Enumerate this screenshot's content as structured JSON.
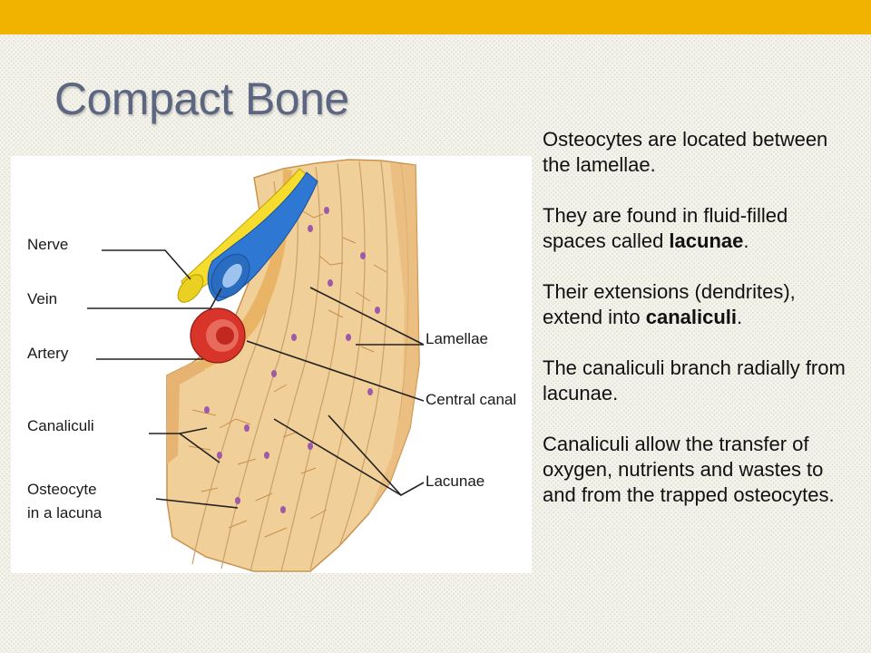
{
  "slide": {
    "title": "Compact Bone",
    "colors": {
      "accent_bar": "#f2b300",
      "title": "#5c6680",
      "text": "#111111"
    }
  },
  "figure": {
    "labels": {
      "nerve": "Nerve",
      "vein": "Vein",
      "artery": "Artery",
      "canaliculi": "Canaliculi",
      "osteocyte_line1": "Osteocyte",
      "osteocyte_line2": "in a lacuna",
      "lamellae": "Lamellae",
      "central_canal": "Central canal",
      "lacunae": "Lacunae"
    },
    "colors": {
      "bone": "#f1cf98",
      "bone_dark": "#d9a35c",
      "canal": "#e9b465",
      "nerve": "#f6dc2c",
      "vein": "#2e78d4",
      "artery": "#d8342a",
      "osteocyte": "#9c5aa8"
    }
  },
  "text": {
    "p1": "Osteocytes are located between the lamellae.",
    "p2_before": "They are found in fluid-filled spaces called ",
    "p2_bold": "lacunae",
    "p2_after": ".",
    "p3_before": "Their extensions (dendrites), extend into ",
    "p3_bold": "canaliculi",
    "p3_after": ".",
    "p4": "The canaliculi branch radially from lacunae.",
    "p5": "Canaliculi allow the transfer of oxygen, nutrients and wastes to and from the trapped osteocytes."
  }
}
